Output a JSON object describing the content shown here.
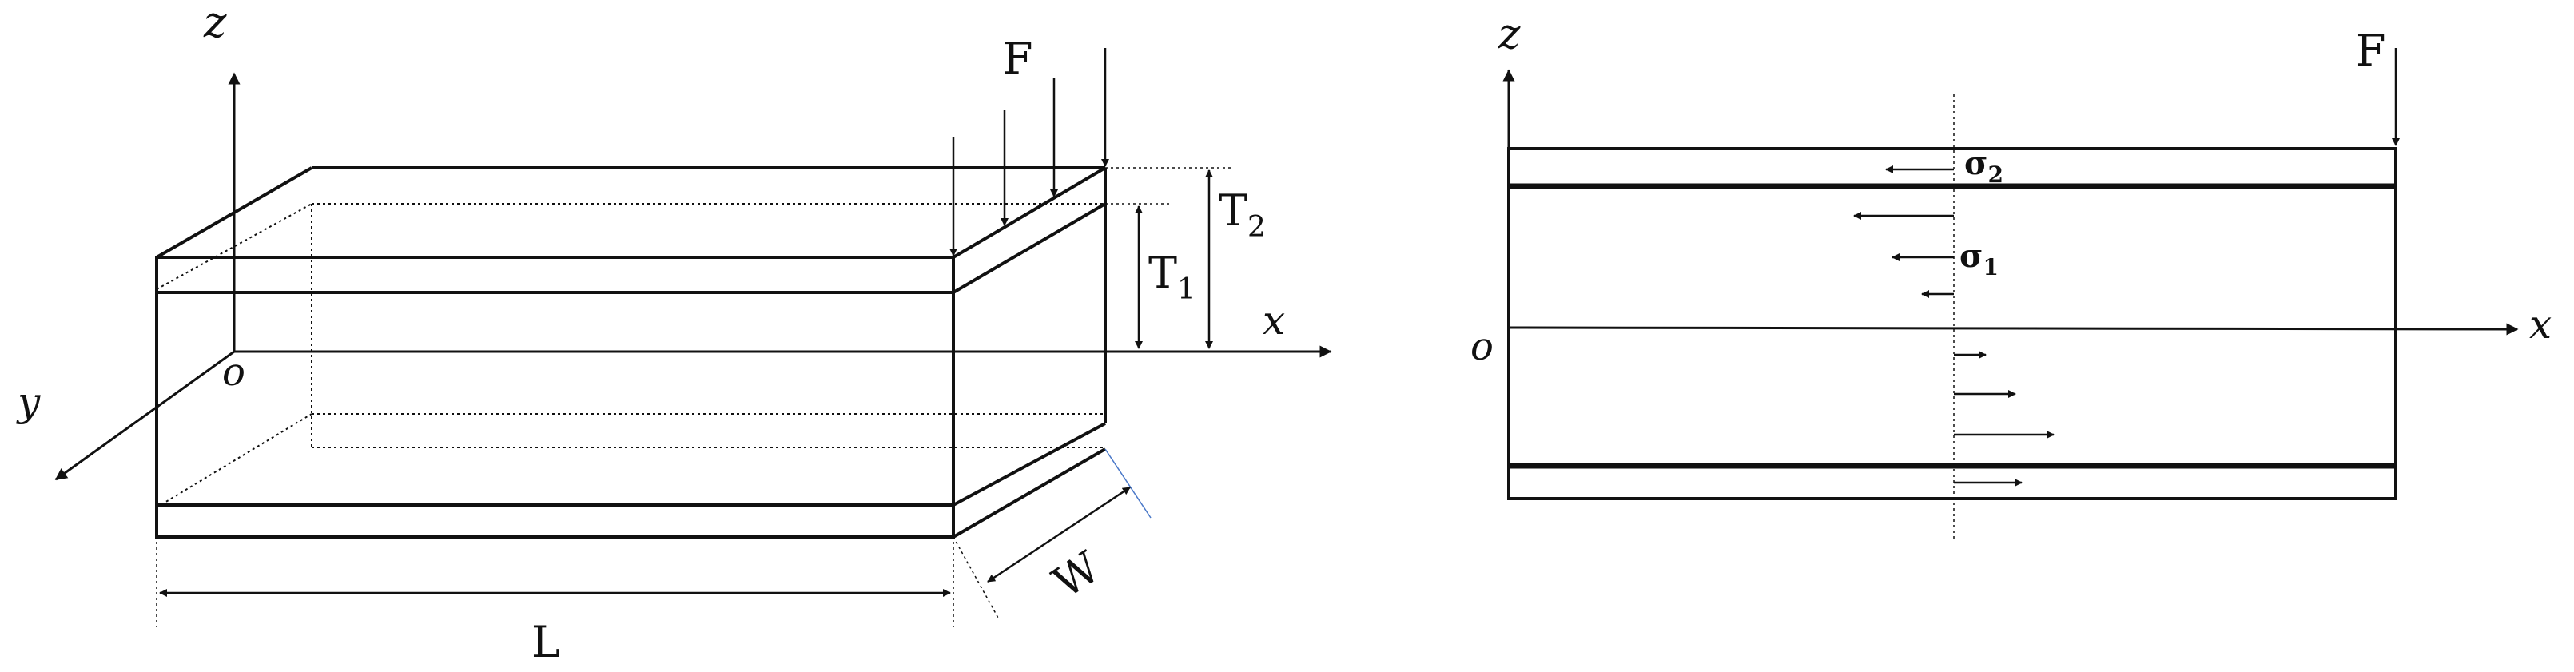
{
  "left_figure": {
    "axis_z": "z",
    "axis_x": "x",
    "axis_y": "y",
    "origin": "o",
    "force": "F",
    "thickness_outer": "T",
    "thickness_outer_sub": "2",
    "thickness_inner": "T",
    "thickness_inner_sub": "1",
    "length": "L",
    "width": "W"
  },
  "right_figure": {
    "axis_z": "z",
    "axis_x": "x",
    "origin": "o",
    "force": "F",
    "stress_face": "σ",
    "stress_face_sub": "2",
    "stress_core": "σ",
    "stress_core_sub": "1"
  },
  "colors": {
    "line": "#111111",
    "dim_accent": "#4a78c8"
  }
}
